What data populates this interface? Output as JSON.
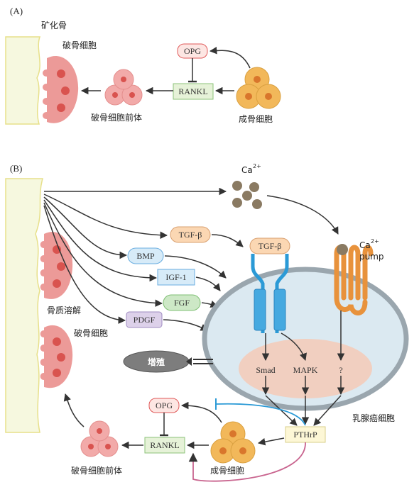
{
  "panel_a": {
    "label": "(A)",
    "mineralized_bone": "矿化骨",
    "osteoclast": "破骨细胞",
    "osteoclast_precursor": "破骨细胞前体",
    "osteoblast": "成骨细胞",
    "opg": "OPG",
    "rankl": "RANKL"
  },
  "panel_b": {
    "label": "(B)",
    "calcium": "Ca",
    "calcium_charge": "2+",
    "calcium_pump": "pump",
    "tgf_b": "TGF-β",
    "bmp": "BMP",
    "igf1": "IGF-1",
    "fgf": "FGF",
    "pdgf": "PDGF",
    "receptor_tgf_b": "TGF-β",
    "bone_resorption": "骨质溶解",
    "osteoclast": "破骨细胞",
    "proliferation": "增殖",
    "smad": "Smad",
    "mapk": "MAPK",
    "unknown": "?",
    "pthrp": "PTHrP",
    "breast_cancer_cell": "乳腺癌细胞",
    "opg": "OPG",
    "rankl": "RANKL",
    "osteoclast_precursor": "破骨细胞前体",
    "osteoblast": "成骨细胞"
  },
  "colors": {
    "bone_fill": "#f6f8df",
    "bone_edge": "#e7e08a",
    "osteoclast": "#ec9a98",
    "osteoclast_nucleus": "#d9534f",
    "osteoblast": "#f2b85a",
    "osteoblast_nucleus": "#d9762c",
    "precursor": "#f2aaa9",
    "opg_fill": "#fde6e3",
    "opg_stroke": "#e05a5a",
    "rankl_fill": "#e6f2d8",
    "rankl_stroke": "#8cc37a",
    "tgf_fill": "#fbd7b3",
    "bmp_fill": "#d7ebf8",
    "igf_fill": "#d7ebf8",
    "fgf_fill": "#cde8c6",
    "pdgf_fill": "#ddd1ea",
    "cell_fill": "#dbe9f1",
    "cell_edge": "#9aa6ae",
    "nucleus_fill": "#f1cfc0",
    "receptor": "#2b9ad6",
    "pump": "#e8923c",
    "calcium": "#8a7a62",
    "prolif_fill": "#7d7d7d",
    "pthrp_fill": "#fdf7d6",
    "blue_line": "#2b9ad6",
    "pink_line": "#c9658f"
  }
}
